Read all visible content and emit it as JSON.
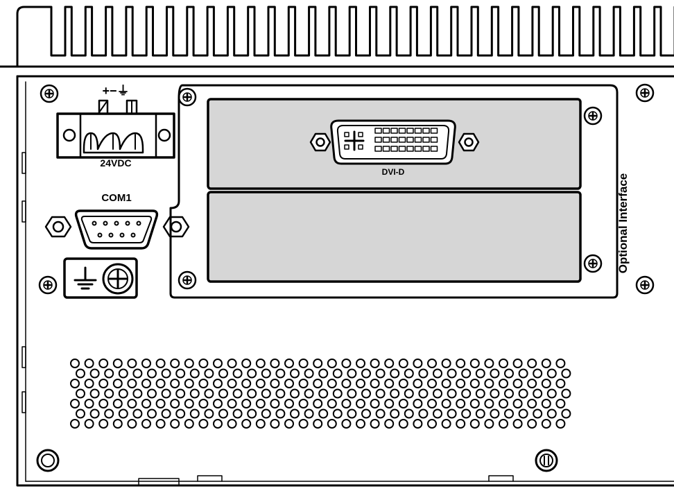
{
  "power": {
    "polarity_label": "+−⏚",
    "voltage_label": "24VDC"
  },
  "serial": {
    "port_label": "COM1"
  },
  "display": {
    "port_label": "DVI-D"
  },
  "expansion": {
    "panel_label": "Optional Interface"
  },
  "vent": {
    "rows": 7,
    "holes_per_row": 35
  },
  "heatsink": {
    "fin_count": 32
  }
}
